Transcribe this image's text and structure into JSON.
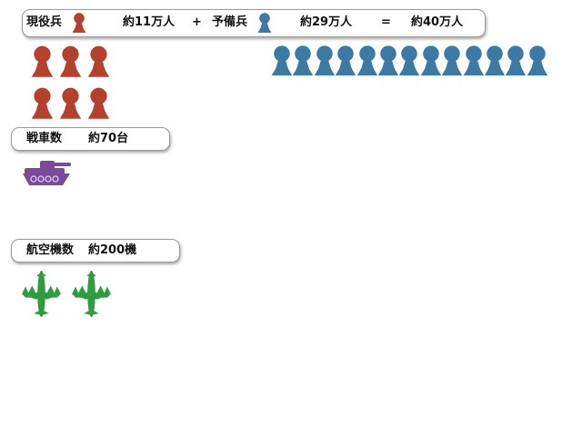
{
  "colors": {
    "active": "#b5402c",
    "reserve": "#3b7aa4",
    "tank": "#7b4a9c",
    "aircraft": "#2e9d3e"
  },
  "troops": {
    "active_label": "現役兵",
    "active_count": "約11万人",
    "plus": "+",
    "reserve_label": "予備兵",
    "reserve_count": "約29万人",
    "equals": "=",
    "total_count": "約40万人",
    "active_icons": 6,
    "reserve_icons": 13
  },
  "tanks": {
    "label": "戦車数",
    "count": "約70台",
    "icons": 1
  },
  "aircraft": {
    "label": "航空機数",
    "count": "約200機",
    "icons": 2
  },
  "icons": {
    "person": "person-icon",
    "tank": "tank-icon",
    "plane": "plane-icon"
  }
}
